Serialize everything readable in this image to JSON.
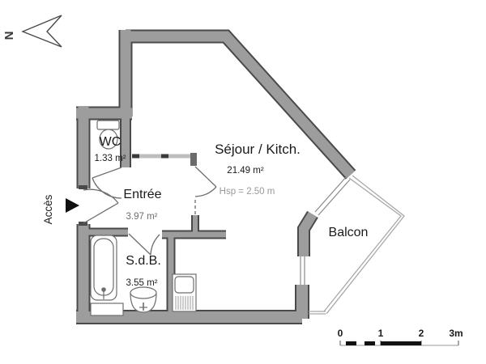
{
  "plan": {
    "type": "apartment-floor-plan",
    "compass": {
      "north_label": "N"
    },
    "access": {
      "label": "Accès"
    },
    "rooms": {
      "wc": {
        "name": "WC",
        "area": "1.33 m²"
      },
      "entree": {
        "name": "Entrée",
        "area": "3.97 m²"
      },
      "sejour": {
        "name": "Séjour / Kitch.",
        "area": "21.49 m²",
        "ceiling_height": "Hsp = 2.50 m"
      },
      "sdb": {
        "name": "S.d.B.",
        "area": "3.55 m²"
      },
      "balcon": {
        "name": "Balcon"
      }
    },
    "fixtures": [
      "toilet",
      "bathtub",
      "washbasin",
      "kitchen-sink",
      "under-tub-cabinet"
    ],
    "scale_bar": {
      "unit": "m",
      "ticks": [
        "0",
        "1",
        "2",
        "3m"
      ]
    },
    "colors": {
      "wall_fill": "#9d9d9d",
      "wall_outline": "#4a4a4a",
      "background": "#ffffff",
      "text": "#1a1a1a",
      "muted_text": "#9a9a9a",
      "railing": "#a8a8a8"
    }
  }
}
